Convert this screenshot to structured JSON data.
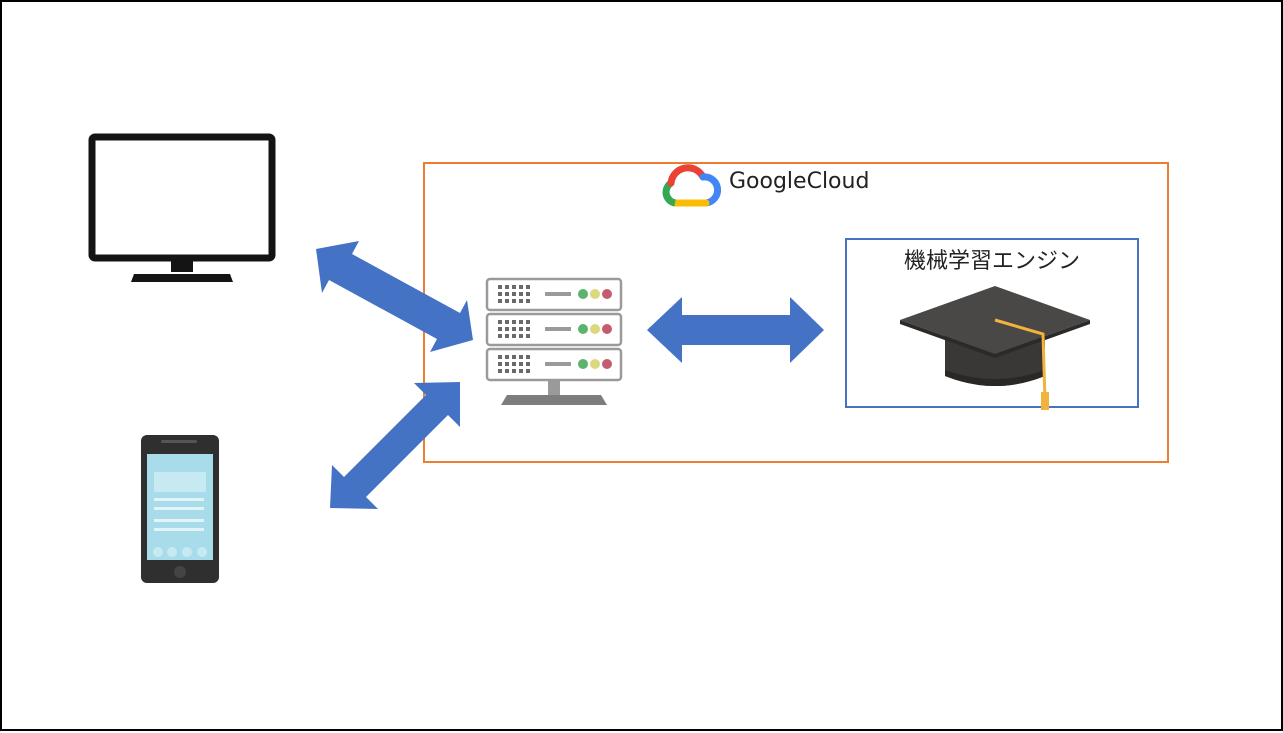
{
  "google_cloud": {
    "label": "GoogleCloud",
    "border_color": "#ED7D31",
    "icon": "google-cloud-logo-icon"
  },
  "ml_engine": {
    "label": "機械学習エンジン",
    "border_color": "#4472C4",
    "icon": "graduation-cap-icon"
  },
  "devices": {
    "desktop": {
      "icon": "desktop-monitor-icon"
    },
    "smartphone": {
      "icon": "smartphone-icon"
    }
  },
  "server": {
    "icon": "server-rack-icon"
  },
  "arrows": {
    "color": "#4472C4",
    "items": [
      {
        "from": "desktop",
        "to": "server"
      },
      {
        "from": "smartphone",
        "to": "server"
      },
      {
        "from": "server",
        "to": "ml_engine"
      }
    ]
  }
}
